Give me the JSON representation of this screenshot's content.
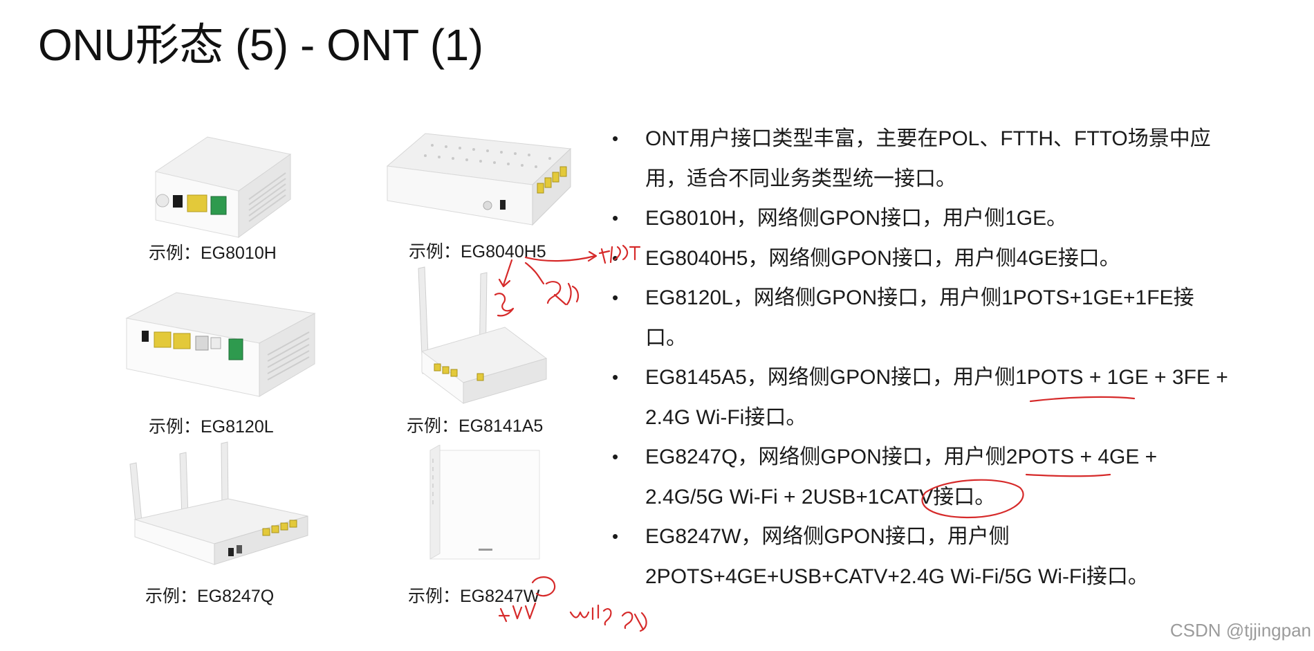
{
  "slide": {
    "title": "ONU形态 (5) - ONT (1)"
  },
  "devices": [
    {
      "model_caption": "示例：EG8010H"
    },
    {
      "model_caption": "示例：EG8040H5"
    },
    {
      "model_caption": "示例：EG8120L"
    },
    {
      "model_caption": "示例：EG8141A5"
    },
    {
      "model_caption": "示例：EG8247Q"
    },
    {
      "model_caption": "示例：EG8247W"
    }
  ],
  "bullets": [
    "ONT用户接口类型丰富，主要在POL、FTTH、FTTO场景中应用，适合不同业务类型统一接口。",
    "EG8010H，网络侧GPON接口，用户侧1GE。",
    "EG8040H5，网络侧GPON接口，用户侧4GE接口。",
    "EG8120L，网络侧GPON接口，用户侧1POTS+1GE+1FE接口。",
    "EG8145A5，网络侧GPON接口，用户侧1POTS + 1GE + 3FE + 2.4G Wi-Fi接口。",
    "EG8247Q，网络侧GPON接口，用户侧2POTS + 4GE + 2.4G/5G Wi-Fi + 2USB+1CATV接口。",
    "EG8247W，网络侧GPON接口，用户侧2POTS+4GE+USB+CATV+2.4G Wi-Fi/5G Wi-Fi接口。"
  ],
  "watermark": "CSDN @tjjingpan",
  "colors": {
    "annotation": "#d62a2a",
    "lan_port": "#e3c93a",
    "pon_port": "#2e9a4e"
  }
}
